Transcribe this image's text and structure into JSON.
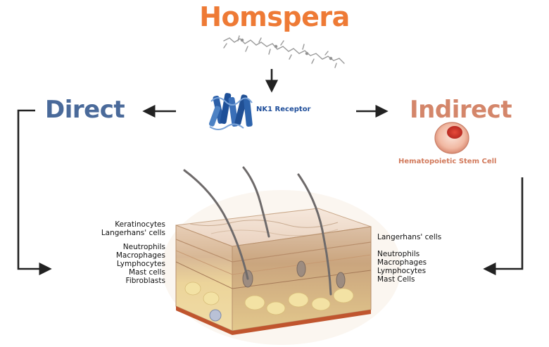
{
  "title": "Homspera",
  "receptor": {
    "label": "NK1 Receptor"
  },
  "routes": {
    "direct": "Direct",
    "indirect": "Indirect"
  },
  "stem_cell": {
    "label": "Hematopoietic Stem Cell"
  },
  "left_cells": {
    "group1": [
      "Keratinocytes",
      "Langerhans' cells"
    ],
    "group2": [
      "Neutrophils",
      "Macrophages",
      "Lymphocytes",
      "Mast cells",
      "Fibroblasts"
    ]
  },
  "right_cells": {
    "group1": [
      "Langerhans' cells"
    ],
    "group2": [
      "Neutrophils",
      "Macrophages",
      "Lymphocytes",
      "Mast Cells"
    ]
  },
  "colors": {
    "title": "#ee7a35",
    "direct": "#4a6a9a",
    "indirect": "#d4866a",
    "stem_cell_label": "#d27a5c",
    "receptor_label": "#1f4e9a",
    "arrow": "#222222"
  }
}
